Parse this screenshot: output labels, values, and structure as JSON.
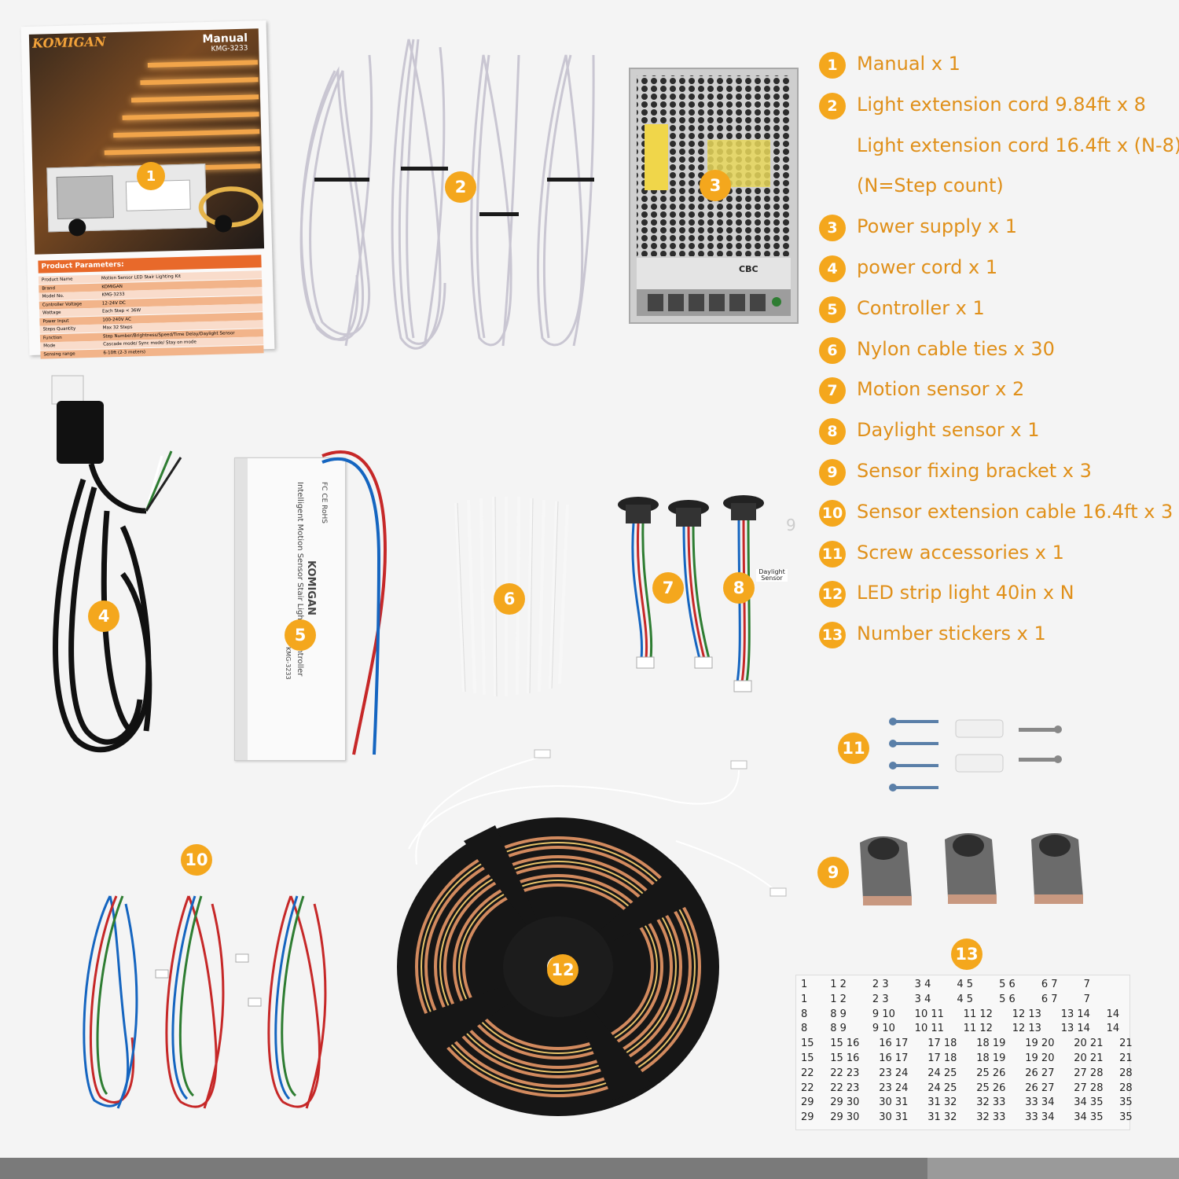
{
  "manual": {
    "brand": "KOMIGAN",
    "title": "Manual",
    "model": "KMG-3233",
    "params_heading": "Product Parameters:",
    "params": [
      {
        "label": "Product Name",
        "value": "Motion Sensor LED Stair Lighting Kit"
      },
      {
        "label": "Brand",
        "value": "KOMIGAN"
      },
      {
        "label": "Model No.",
        "value": "KMG-3233"
      },
      {
        "label": "Controller Voltage",
        "value": "12-24V DC"
      },
      {
        "label": "Wattage",
        "value": "Each Step < 36W"
      },
      {
        "label": "Power Input",
        "value": "100-240V AC"
      },
      {
        "label": "Steps Quantity",
        "value": "Max 32 Steps"
      },
      {
        "label": "Function",
        "value": "Step Number/Brightness/Speed/Time Delay/Daylight Sensor"
      },
      {
        "label": "Mode",
        "value": "Cascade mode/ Sync mode/ Stay on mode"
      },
      {
        "label": "Sensing range",
        "value": "6-10ft (2-3 meters)"
      }
    ]
  },
  "controller": {
    "brand": "KOMIGAN",
    "name": "Intelligent Motion Sensor Stair Lighting Controller",
    "model": "KMG-3233",
    "cert": "FC CE RoHS"
  },
  "sensor_label": "Daylight Sensor",
  "stray_label": "9",
  "badges": [
    "1",
    "2",
    "3",
    "4",
    "5",
    "6",
    "7",
    "8",
    "9",
    "10",
    "11",
    "12",
    "13"
  ],
  "items": [
    {
      "num": "1",
      "text": "Manual x 1"
    },
    {
      "num": "2",
      "text": "Light extension cord 9.84ft x 8"
    },
    {
      "num": "",
      "text": "Light extension cord 16.4ft x (N-8)"
    },
    {
      "num": "",
      "text": "(N=Step count)"
    },
    {
      "num": "3",
      "text": "Power supply x 1"
    },
    {
      "num": "4",
      "text": "power cord x 1"
    },
    {
      "num": "5",
      "text": "Controller x 1"
    },
    {
      "num": "6",
      "text": "Nylon cable ties x 30"
    },
    {
      "num": "7",
      "text": "Motion sensor x 2"
    },
    {
      "num": "8",
      "text": "Daylight sensor x 1"
    },
    {
      "num": "9",
      "text": "Sensor fixing bracket x 3"
    },
    {
      "num": "10",
      "text": "Sensor extension cable 16.4ft x 3"
    },
    {
      "num": "11",
      "text": "Screw accessories x 1"
    },
    {
      "num": "12",
      "text": "LED strip light 40in x N"
    },
    {
      "num": "13",
      "text": "Number stickers x 1"
    }
  ],
  "psu": {
    "cert": "CBC"
  },
  "stickers": [
    "1       1 2        2 3        3 4        4 5        5 6        6 7        7",
    "1       1 2        2 3        3 4        4 5        5 6        6 7        7",
    "8       8 9        9 10      10 11      11 12      12 13      13 14     14",
    "8       8 9        9 10      10 11      11 12      12 13      13 14     14",
    "15     15 16      16 17      17 18      18 19      19 20      20 21     21",
    "15     15 16      16 17      17 18      18 19      19 20      20 21     21",
    "22     22 23      23 24      24 25      25 26      26 27      27 28     28",
    "22     22 23      23 24      24 25      25 26      26 27      27 28     28",
    "29     29 30      30 31      31 32      32 33      33 34      34 35     35",
    "29     29 30      30 31      31 32      32 33      33 34      34 35     35"
  ],
  "colors": {
    "accent": "#f4a71d",
    "list_text": "#e0901a"
  }
}
